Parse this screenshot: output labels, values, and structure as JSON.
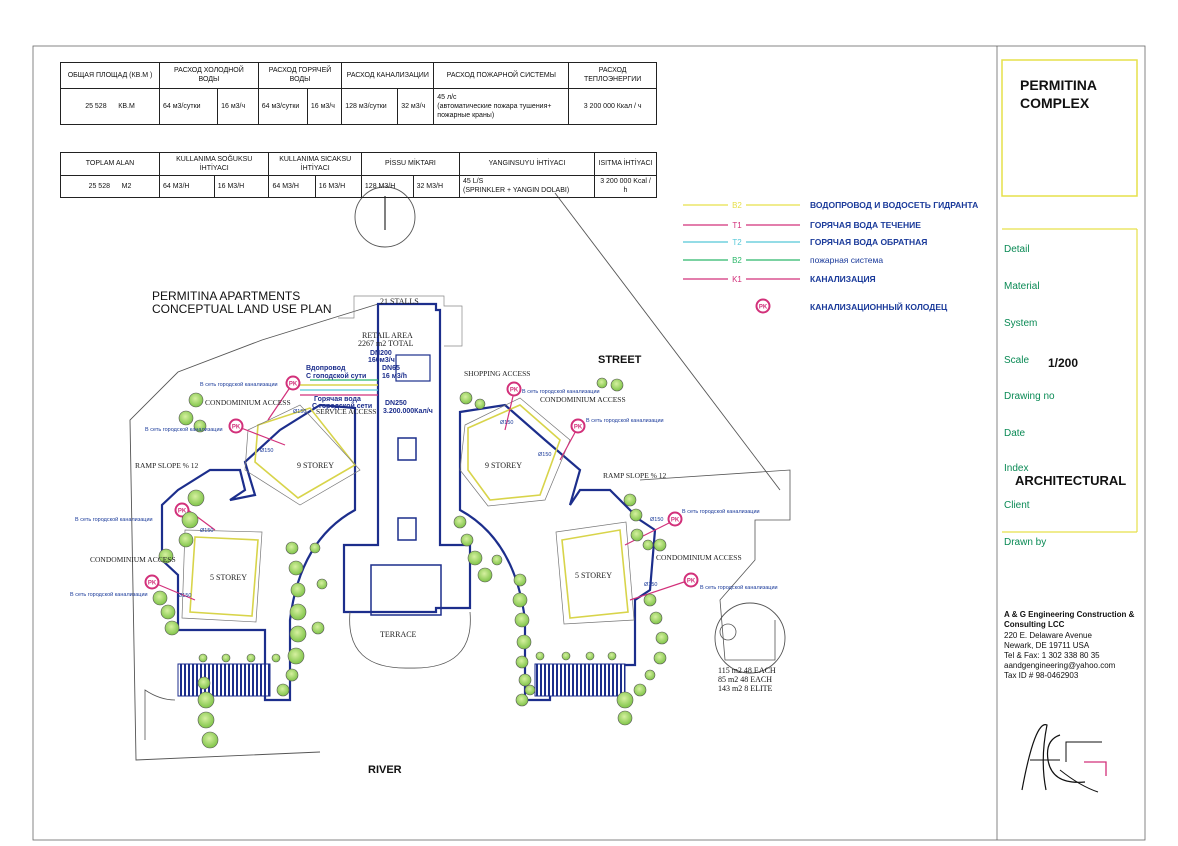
{
  "title_block": {
    "project": [
      "PERMITINA",
      "COMPLEX"
    ],
    "labels": [
      "Detail",
      "Material",
      "System",
      "Scale",
      "Drawing no",
      "Date",
      "Index",
      "Client",
      "Drawn by"
    ],
    "scale_value": "1/200",
    "index_value": "ARCHITECTURAL",
    "company": {
      "name": [
        "A & G Engineering Construction &",
        "Consulting LCC"
      ],
      "address": "220 E. Delaware Avenue",
      "city": "Newark, DE 19711 USA",
      "phone": "Tel & Fax: 1 302 338 80 35",
      "email": "aandgengineering@yahoo.com",
      "tax": "Tax ID # 98-0462903"
    }
  },
  "table_ru": {
    "headers": [
      "ОБЩАЯ ПЛОЩАД (КВ.М )",
      "РАСХОД ХОЛОДНОЙ ВОДЫ",
      "РАСХОД ГОРЯЧЕЙ ВОДЫ",
      "РАСХОД КАНАЛИЗАЦИИ",
      "РАСХОД ПОЖАРНОЙ СИСТЕМЫ",
      "РАСХОД ТЕПЛОЭНЕРГИИ"
    ],
    "row": [
      "25 528",
      "КВ.М",
      "64 м3/сутки",
      "16 м3/ч",
      "64 м3/сутки",
      "16 м3/ч",
      "128 м3/сутки",
      "32 м3/ч",
      "45 л/с",
      "(автоматические пожара тушения+ пожарные краны)",
      "3 200 000 Ккал / ч"
    ]
  },
  "table_tr": {
    "headers": [
      "TOPLAM ALAN",
      "KULLANIMA SOĞUKSU İHTİYACI",
      "KULLANIMA SICAKSU İHTİYACI",
      "PİSSU MİKTARI",
      "YANGINSUYU İHTİYACI",
      "ISITMA İHTİYACI"
    ],
    "row": [
      "25 528",
      "M2",
      "64 M3/H",
      "16 M3/H",
      "64 M3/H",
      "16 M3/H",
      "128 M3/H",
      "32 M3/H",
      "45 L/S",
      "(SPRINKLER + YANGIN DOLABI)",
      "3 200 000 Kcal / h"
    ]
  },
  "legend": [
    {
      "code": "B2",
      "label": "ВОДОПРОВОД И ВОДОСЕТЬ ГИДРАНТА",
      "color": "#e6e04a"
    },
    {
      "code": "T1",
      "label": "ГОРЯЧАЯ ВОДА ТЕЧЕНИЕ",
      "color": "#d2307a"
    },
    {
      "code": "T2",
      "label": "ГОРЯЧАЯ ВОДА ОБРАТНАЯ",
      "color": "#55c8d8"
    },
    {
      "code": "B2",
      "label": "пожарная система",
      "color": "#2cb86a"
    },
    {
      "code": "K1",
      "label": "КАНАЛИЗАЦИЯ",
      "color": "#d2307a"
    },
    {
      "code": "PK",
      "label": "КАНАЛИЗАЦИОННЫЙ КОЛОДЕЦ",
      "color": "#d2307a"
    }
  ],
  "plan": {
    "title": [
      "PERMITINA APARTMENTS",
      "CONCEPTUAL LAND USE PLAN"
    ],
    "street": "STREET",
    "river": "RIVER",
    "stalls": "21 STALLS",
    "retail": [
      "RETAIL AREA",
      "2267 m2 TOTAL"
    ],
    "shopping": "SHOPPING ACCESS",
    "service": "SERVICE ACCESS",
    "condo": "CONDOMINIUM ACCESS",
    "storey9": "9 STOREY",
    "storey5": "5 STOREY",
    "ramp": "RAMP SLOPE % 12",
    "terrace": "TERRACE",
    "sewer_note": "В сеть городской канализации",
    "pipe_d": "Ø150",
    "manhole": "PK",
    "units": [
      "115 m2 48 EACH",
      "85 m2  48 EACH",
      "143 m2  8  ELITE"
    ],
    "pipe_labels": [
      "Вдопровод",
      "С гоподской сути",
      "DN200",
      "160м3/ч",
      "DN65",
      "16 м3/h",
      "Горячая вода",
      "С городской сети",
      "DN250",
      "3.200.000Кал/ч"
    ]
  },
  "colors": {
    "blue": "#1c2e8c",
    "yellow": "#d8d44a",
    "green": "#8ccf50",
    "magenta": "#d2307a",
    "label_blue": "#1a3a9a",
    "tb_green": "#0a8a55"
  }
}
